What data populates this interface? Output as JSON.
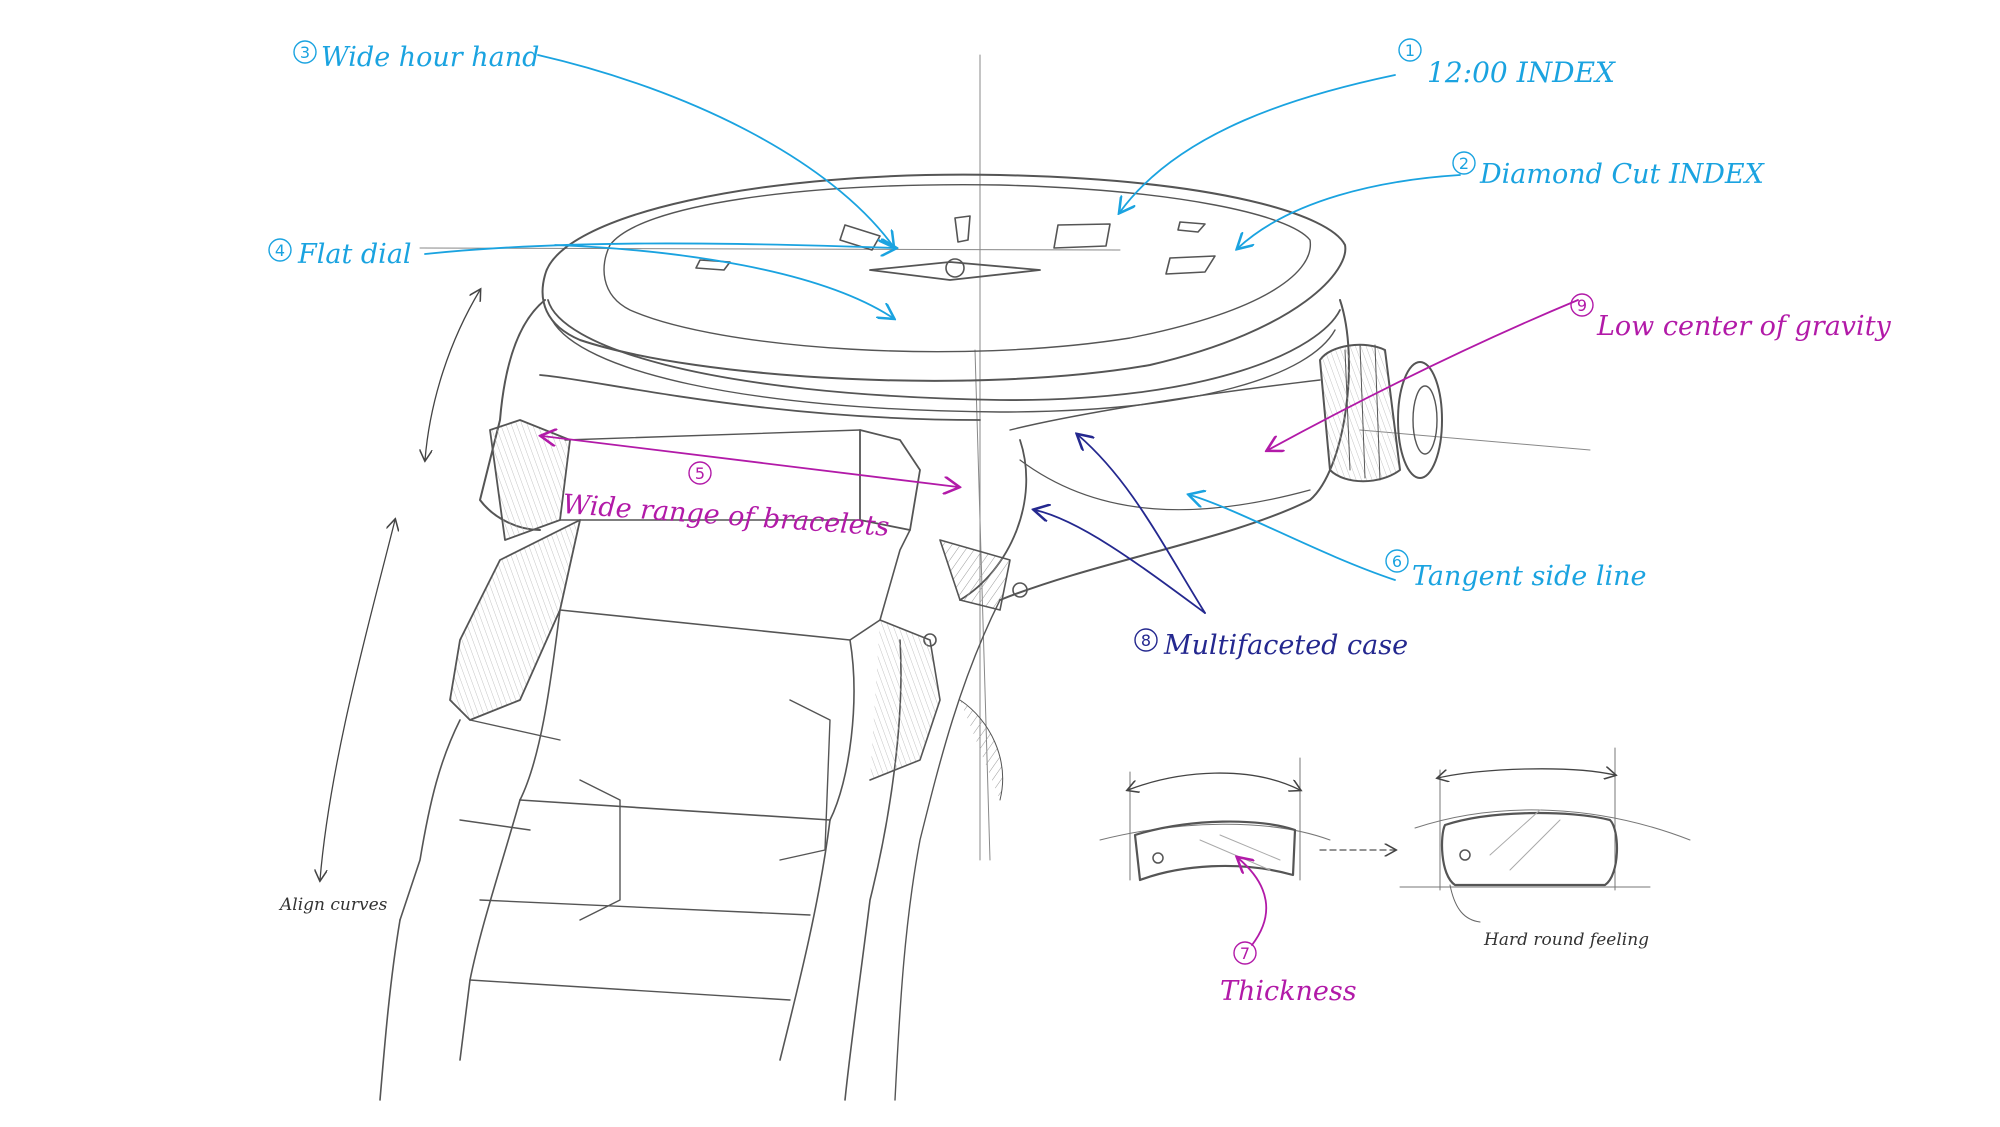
{
  "colors": {
    "blue": "#1aa3e0",
    "magenta": "#b21aa8",
    "navy": "#24288f",
    "pencil": "#333333"
  },
  "annotations": {
    "a1": {
      "num": "1",
      "text": "12:00 INDEX"
    },
    "a2": {
      "num": "2",
      "text": "Diamond Cut INDEX"
    },
    "a3": {
      "num": "3",
      "text": "Wide hour hand"
    },
    "a4": {
      "num": "4",
      "text": "Flat dial"
    },
    "a5": {
      "num": "5",
      "text": "Wide range of bracelets"
    },
    "a6": {
      "num": "6",
      "text": "Tangent side line"
    },
    "a7": {
      "num": "7",
      "text": "Thickness"
    },
    "a8": {
      "num": "8",
      "text": "Multifaceted case"
    },
    "a9": {
      "num": "9",
      "text": "Low center of gravity"
    }
  },
  "notes": {
    "align_curves": "Align curves",
    "hard_round_feeling": "Hard round feeling"
  }
}
